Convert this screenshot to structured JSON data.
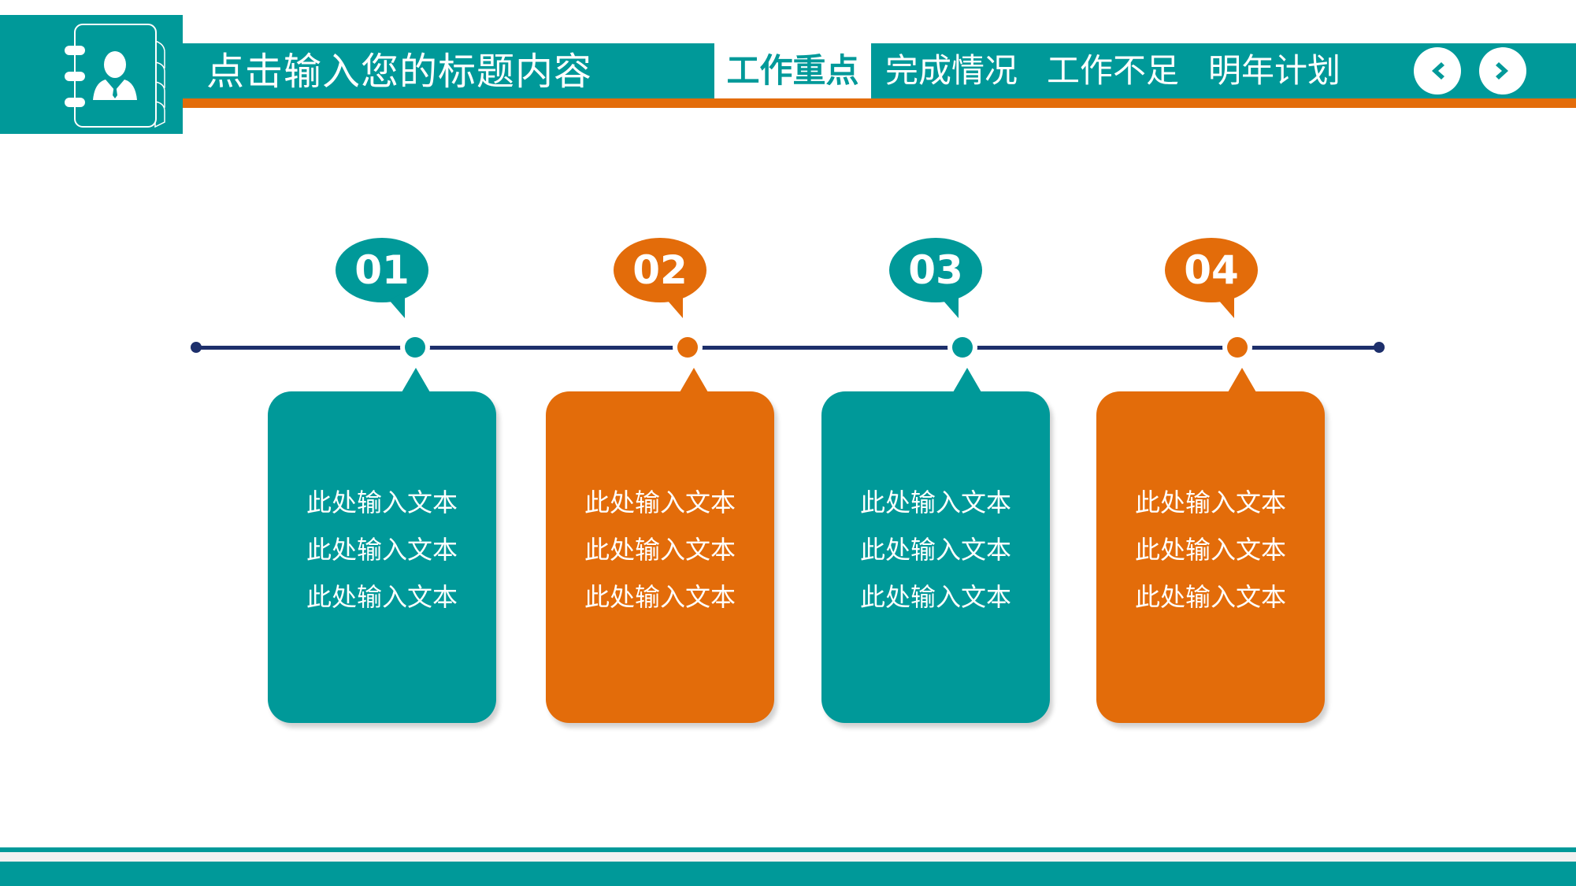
{
  "header": {
    "title": "点击输入您的标题内容",
    "logo_icon": "contact-book-person-icon",
    "tabs": [
      {
        "label": "工作重点",
        "active": true
      },
      {
        "label": "完成情况",
        "active": false
      },
      {
        "label": "工作不足",
        "active": false
      },
      {
        "label": "明年计划",
        "active": false
      }
    ],
    "nav": {
      "prev_icon": "chevron-left-icon",
      "next_icon": "chevron-right-icon"
    }
  },
  "colors": {
    "teal": "#009999",
    "orange": "#e36c0a",
    "navy": "#1d2f6b",
    "white": "#ffffff"
  },
  "timeline": {
    "steps": [
      {
        "number": "01",
        "color": "teal",
        "lines": [
          "此处输入文本",
          "此处输入文本",
          "此处输入文本"
        ]
      },
      {
        "number": "02",
        "color": "orange",
        "lines": [
          "此处输入文本",
          "此处输入文本",
          "此处输入文本"
        ]
      },
      {
        "number": "03",
        "color": "teal",
        "lines": [
          "此处输入文本",
          "此处输入文本",
          "此处输入文本"
        ]
      },
      {
        "number": "04",
        "color": "orange",
        "lines": [
          "此处输入文本",
          "此处输入文本",
          "此处输入文本"
        ]
      }
    ]
  }
}
